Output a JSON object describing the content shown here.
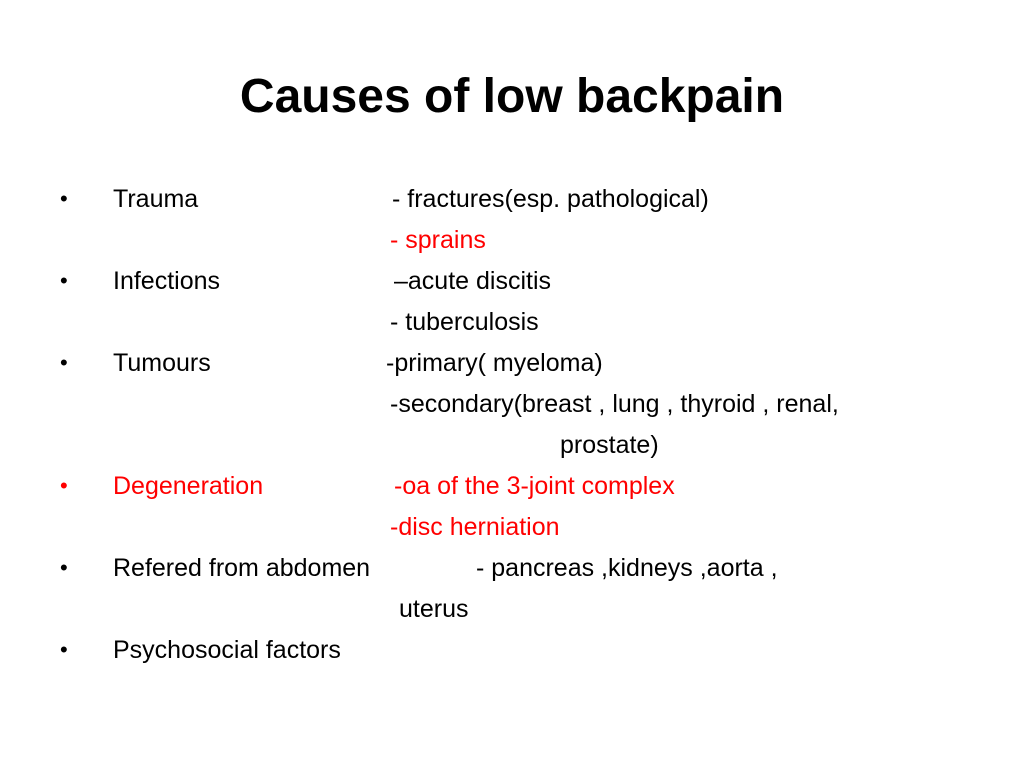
{
  "slide": {
    "title": "Causes of low backpain",
    "bullet_glyph": "•",
    "items": [
      {
        "label": "Trauma",
        "details": [
          "-  fractures(esp. pathological)",
          "-  sprains"
        ]
      },
      {
        "label": "Infections",
        "details": [
          "–acute discitis",
          "- tuberculosis"
        ]
      },
      {
        "label": "Tumours",
        "details": [
          "-primary( myeloma)",
          "-secondary(breast , lung , thyroid , renal,",
          "prostate)"
        ]
      },
      {
        "label": "Degeneration",
        "details": [
          "-oa of the 3-joint complex",
          "-disc herniation"
        ]
      },
      {
        "label": "Refered from  abdomen",
        "details": [
          "- pancreas ,kidneys ,aorta ,",
          "uterus"
        ]
      },
      {
        "label": "Psychosocial factors",
        "details": []
      }
    ],
    "colors": {
      "text": "#000000",
      "highlight": "#ff0000"
    }
  }
}
